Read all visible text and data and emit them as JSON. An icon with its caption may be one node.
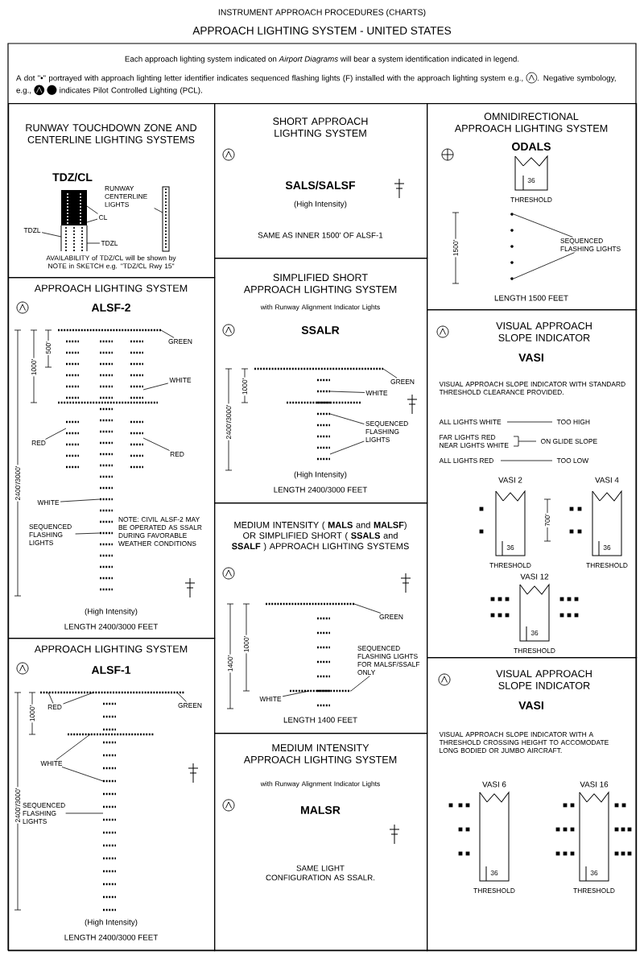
{
  "diagram": {
    "title": "APPROACH LIGHTING SYSTEM - UNITED STATES",
    "nodes": [
      {
        "text": [
          "RUNWAY TOUCHDOWN ZONE AND CENTERLINE LIGHTING SYSTEMS",
          "TDZ/CL",
          "AVAILABILITY of TDZ/CL will be shown by NOTE in SKETCH e.g. \"TDZ/CL Rwy 15\""
        ]
      },
      {
        "text": [
          "RUNWAY CENTERLINE LIGHTS"
        ],
        "in": 0
      },
      {
        "text": [
          "CL"
        ],
        "in": 0
      },
      {
        "text": [
          "TDZL"
        ],
        "in": 0
      },
      {
        "text": [
          "TDZL"
        ],
        "in": 0
      },
      {
        "text": [
          "SHORT APPROACH LIGHTING SYSTEM",
          "SALS/SALSF",
          "(High Intensity)",
          "SAME AS INNER 1500' OF ALSF-1"
        ]
      },
      {
        "text": [
          "OMNIDIRECTIONAL APPROACH LIGHTING SYSTEM",
          "ODALS",
          "LENGTH 1500 FEET"
        ]
      },
      {
        "text": [
          "SEQUENCED FLASHING LIGHTS"
        ],
        "in": 6
      },
      {
        "text": [
          "APPROACH LIGHTING SYSTEM",
          "ALSF-2",
          "NOTE: CIVIL ALSF-2 MAY BE OPERATED AS SSALR DURING FAVORABLE WEATHER CONDITIONS",
          "(High Intensity)",
          "LENGTH 2400/3000 FEET"
        ]
      },
      {
        "text": [
          "GREEN"
        ],
        "in": 8
      },
      {
        "text": [
          "WHITE"
        ],
        "in": 8
      },
      {
        "text": [
          "RED"
        ],
        "in": 8
      },
      {
        "text": [
          "RED"
        ],
        "in": 8
      },
      {
        "text": [
          "WHITE"
        ],
        "in": 8
      },
      {
        "text": [
          "SEQUENCED FLASHING LIGHTS"
        ],
        "in": 8
      },
      {
        "text": [
          "SIMPLIFIED SHORT APPROACH LIGHTING SYSTEM",
          "with Runway Alignment Indicator Lights",
          "SSALR",
          "(High Intensity)",
          "LENGTH 2400/3000 FEET"
        ]
      },
      {
        "text": [
          "GREEN"
        ],
        "in": 15
      },
      {
        "text": [
          "WHITE"
        ],
        "in": 15
      },
      {
        "text": [
          "SEQUENCED FLASHING LIGHTS"
        ],
        "in": 15
      },
      {
        "text": [
          "VISUAL APPROACH SLOPE INDICATOR",
          "VASI",
          "VISUAL APPROACH SLOPE INDICATOR WITH STANDARD THRESHOLD CLEARANCE PROVIDED.",
          "ALL LIGHTS WHITE",
          "TOO HIGH",
          "FAR LIGHTS RED NEAR LIGHTS WHITE",
          "ON GLIDE SLOPE",
          "ALL LIGHTS RED",
          "TOO LOW"
        ]
      },
      {
        "text": [
          "APPROACH LIGHTING SYSTEM",
          "ALSF-1",
          "(High Intensity)",
          "LENGTH 2400/3000 FEET"
        ]
      },
      {
        "text": [
          "RED"
        ],
        "in": 20
      },
      {
        "text": [
          "GREEN"
        ],
        "in": 20
      },
      {
        "text": [
          "WHITE"
        ],
        "in": 20
      },
      {
        "text": [
          "SEQUENCED FLASHING LIGHTS"
        ],
        "in": 20
      },
      {
        "text": [
          "MEDIUM INTENSITY ( **MALS** and **MALSF**) OR SIMPLIFIED SHORT ( **SSALS** and **SSALF** ) APPROACH LIGHTING SYSTEMS",
          "LENGTH 1400 FEET"
        ]
      },
      {
        "text": [
          "GREEN"
        ],
        "in": 25
      },
      {
        "text": [
          "SEQUENCED FLASHING LIGHTS FOR MALSF/SSALF ONLY"
        ],
        "in": 25
      },
      {
        "text": [
          "WHITE"
        ],
        "in": 25
      },
      {
        "text": [
          "MEDIUM INTENSITY APPROACH LIGHTING SYSTEM",
          "with Runway Alignment Indicator Lights",
          "MALSR",
          "SAME LIGHT CONFIGURATION AS SSALR."
        ]
      },
      {
        "text": [
          "VISUAL APPROACH SLOPE INDICATOR",
          "VASI",
          "VISUAL APPROACH SLOPE INDICATOR WITH A THRESHOLD CROSSING HEIGHT TO ACCOMODATE LONG BODIED OR JUMBO AIRCRAFT."
        ]
      },
      {
        "text": [],
        "shape": "picture",
        "in": 0
      },
      {
        "text": [],
        "shape": "picture",
        "in": 0
      },
      {
        "text": [],
        "shape": "picture",
        "in": 6
      },
      {
        "text": [],
        "shape": "picture",
        "in": 8
      },
      {
        "text": [],
        "shape": "picture",
        "in": 8
      },
      {
        "text": [],
        "shape": "picture",
        "in": 15
      },
      {
        "text": [],
        "shape": "picture",
        "in": 15
      },
      {
        "text": [],
        "shape": "picture",
        "in": 20
      },
      {
        "text": [],
        "shape": "picture",
        "in": 20
      },
      {
        "text": [],
        "shape": "picture",
        "in": 25
      },
      {
        "text": [],
        "shape": "picture",
        "in": 25
      }
    ],
    "edges": [
      {
        "from": 1,
        "to": 32,
        "arrow": "none"
      },
      {
        "from": 2,
        "to": 31,
        "arrow": "none"
      },
      {
        "from": 2,
        "to": 31,
        "arrow": "none"
      },
      {
        "from": 3,
        "to": 31,
        "arrow": "none"
      },
      {
        "from": 4,
        "to": 31,
        "arrow": "none"
      },
      {
        "from": 7,
        "to": 33,
        "arrow": "none"
      },
      {
        "from": 7,
        "to": 33,
        "arrow": "none"
      },
      {
        "from": 9,
        "to": 34,
        "arrow": "none"
      },
      {
        "from": 10,
        "to": 34,
        "arrow": "none"
      },
      {
        "from": 11,
        "to": 34,
        "arrow": "none"
      },
      {
        "from": 12,
        "to": 34,
        "arrow": "none"
      },
      {
        "from": 13,
        "to": 35,
        "arrow": "none"
      },
      {
        "from": 14,
        "to": 35,
        "arrow": "none"
      },
      {
        "from": 16,
        "to": 36,
        "arrow": "none"
      },
      {
        "from": 17,
        "to": 37,
        "arrow": "none"
      },
      {
        "from": 18,
        "to": 37,
        "arrow": "none"
      },
      {
        "from": 18,
        "to": 37,
        "arrow": "none"
      },
      {
        "from": 21,
        "to": 38,
        "arrow": "none"
      },
      {
        "from": 21,
        "to": 38,
        "arrow": "none"
      },
      {
        "from": 22,
        "to": 38,
        "arrow": "none"
      },
      {
        "from": 23,
        "to": 39,
        "arrow": "none"
      },
      {
        "from": 23,
        "to": 39,
        "arrow": "none"
      },
      {
        "from": 24,
        "to": 39,
        "arrow": "none"
      },
      {
        "from": 26,
        "to": 40,
        "arrow": "none"
      },
      {
        "from": 27,
        "to": 41,
        "arrow": "none"
      },
      {
        "from": 28,
        "to": 41,
        "arrow": "none"
      }
    ],
    "labels": [
      "INSTRUMENT APPROACH PROCEDURES (CHARTS)",
      "Each approach lighting system indicated on *Airport Diagrams* will bear a system identification indicated in legend.",
      "A dot \"•\" portrayed with approach lighting letter identifier indicates sequenced flashing lights (F) installed with the approach lighting system e.g.,",
      ". Negative symbology, e.g.,",
      "indicates Pilot Controlled Lighting (PCL).",
      "500'",
      "1000'",
      "2400'/3000'",
      "1000'",
      "2400'/3000'",
      "1500'",
      "36",
      "THRESHOLD",
      "1000'",
      "2400'/3000'",
      "1000'",
      "1400'",
      "VASI 2",
      "VASI 4",
      "36",
      "THRESHOLD",
      "700'",
      "36",
      "THRESHOLD",
      "VASI 12",
      "36",
      "THRESHOLD",
      "VASI 6",
      "VASI 16",
      "36",
      "THRESHOLD",
      "36",
      "THRESHOLD"
    ]
  }
}
